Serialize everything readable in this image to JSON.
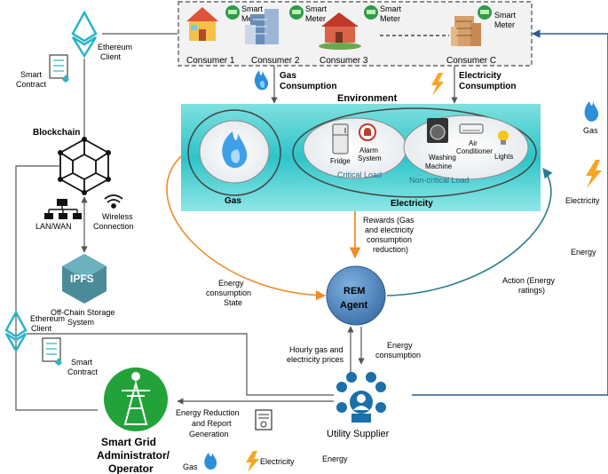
{
  "consumers": [
    {
      "name": "Consumer 1",
      "meter": [
        "Smart",
        "Meter"
      ]
    },
    {
      "name": "Consumer 2",
      "meter": [
        "Smart",
        "Meter"
      ]
    },
    {
      "name": "Consumer 3",
      "meter": [
        "Smart",
        "Meter"
      ]
    },
    {
      "name": "Consumer C",
      "meter": [
        "Smart",
        "Meter"
      ]
    }
  ],
  "top_flows": {
    "gas": [
      "Gas",
      "Consumption"
    ],
    "electricity": [
      "Electricity",
      "Consumption"
    ]
  },
  "environment": {
    "title": "Environment",
    "gas_label": "Gas",
    "electricity_label": "Electricity",
    "critical_load": "Critical Load",
    "noncritical_load": "Non-critical Load",
    "appliances": {
      "fridge": "Fridge",
      "alarm": [
        "Alarm",
        "System"
      ],
      "washing": [
        "Washing",
        "Machine"
      ],
      "ac": [
        "Air",
        "Conditioner"
      ],
      "lights": "Lights"
    }
  },
  "left_top": {
    "ethereum_client": [
      "Ethereum",
      "Client"
    ],
    "smart_contract": [
      "Smart",
      "Contract"
    ],
    "blockchain": "Blockchain",
    "lan_wan": "LAN/WAN",
    "wireless": [
      "Wireless",
      "Connection"
    ],
    "ipfs_logo": "IPFS",
    "ipfs_label": [
      "Off-Chain Storage",
      "System"
    ]
  },
  "left_bottom": {
    "ethereum_client": [
      "Ethereum",
      "Client"
    ],
    "smart_contract": [
      "Smart",
      "Contract"
    ],
    "operator": [
      "Smart Grid",
      "Administrator/",
      "Operator"
    ]
  },
  "agent": {
    "name": [
      "REM",
      "Agent"
    ],
    "rewards": [
      "Rewards (Gas",
      "and electricity",
      "consumption",
      "reduction)"
    ],
    "energy_state": [
      "Energy",
      "consumption",
      "State"
    ],
    "action": [
      "Action (Energy",
      "ratings)"
    ],
    "hourly_prices": [
      "Hourly gas and",
      "electricity prices"
    ],
    "energy_consumption": [
      "Energy",
      "consumption"
    ]
  },
  "utility": {
    "name": "Utility Supplier",
    "report": [
      "Energy Reduction",
      "and Report",
      "Generation"
    ],
    "bottom_gas": "Gas",
    "bottom_electricity": "Electricity",
    "bottom_energy": "Energy"
  },
  "right": {
    "gas": "Gas",
    "electricity": "Electricity",
    "energy": "Energy"
  }
}
